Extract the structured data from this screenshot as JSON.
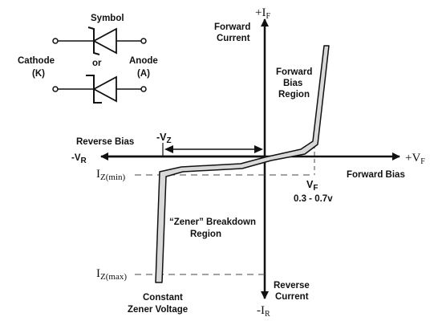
{
  "symbol": {
    "title": "Symbol",
    "cathode_label": "Cathode",
    "cathode_short": "(K)",
    "anode_label": "Anode",
    "anode_short": "(A)",
    "or_label": "or"
  },
  "axes": {
    "pos_current_sign": "+I",
    "pos_current_sub": "F",
    "forward_current_line1": "Forward",
    "forward_current_line2": "Current",
    "pos_voltage_sign": "+V",
    "pos_voltage_sub": "F",
    "neg_voltage_sign": "-V",
    "neg_voltage_sub": "R",
    "neg_current_sign": "-I",
    "neg_current_sub": "R",
    "reverse_bias": "Reverse Bias",
    "forward_bias": "Forward Bias",
    "reverse_current_line1": "Reverse",
    "reverse_current_line2": "Current"
  },
  "regions": {
    "forward_line1": "Forward",
    "forward_line2": "Bias",
    "forward_line3": "Region",
    "zener_line1": "“Zener” Breakdown",
    "zener_line2": "Region"
  },
  "markers": {
    "vz_sign": "-V",
    "vz_sub": "Z",
    "vf_sign": "V",
    "vf_sub": "F",
    "vf_range": "0.3 - 0.7v",
    "izmin_sign": "I",
    "izmin_sub": "Z(min)",
    "izmax_sign": "I",
    "izmax_sub": "Z(max)",
    "constant_line1": "Constant",
    "constant_line2": "Zener Voltage"
  },
  "colors": {
    "ink": "#111111",
    "curve_fill": "#d9d9d9"
  }
}
